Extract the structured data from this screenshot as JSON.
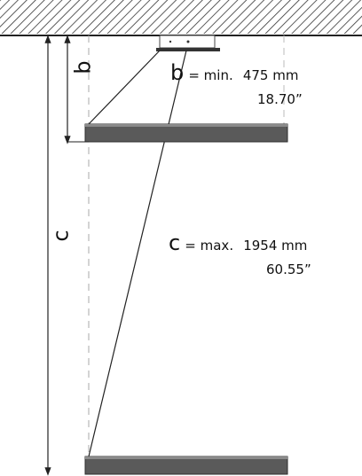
{
  "dimensions": {
    "b": {
      "letter": "b",
      "prefix": "= min.",
      "mm": "475 mm",
      "inch": "18.70”"
    },
    "c": {
      "letter": "c",
      "prefix": "= max.",
      "mm": "1954 mm",
      "inch": "60.55”"
    }
  },
  "colors": {
    "ceiling_hatch": "#333333",
    "panel": "#5a5a5a",
    "panel_edge": "#2f2f2f",
    "lines": "#222222",
    "dashed": "#999999"
  }
}
